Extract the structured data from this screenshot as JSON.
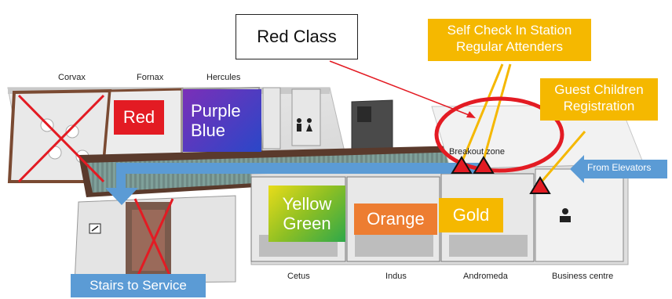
{
  "map": {
    "title": "Red Class",
    "rooms": {
      "corvax": "Corvax",
      "fornax": "Fornax",
      "hercules": "Hercules",
      "breakout": "Breakout zone",
      "cetus": "Cetus",
      "indus": "Indus",
      "andromeda": "Andromeda",
      "business": "Business centre"
    },
    "classes": {
      "red": {
        "label": "Red",
        "color": "#e31b23"
      },
      "purple_blue": {
        "line1": "Purple",
        "line2": "Blue",
        "colors": [
          "#7b2fb8",
          "#2a47c8"
        ]
      },
      "yellow_green": {
        "line1": "Yellow",
        "line2": "Green",
        "colors": [
          "#e8dc1a",
          "#2ea84a"
        ]
      },
      "orange": {
        "label": "Orange",
        "color": "#ed7d31"
      },
      "gold": {
        "label": "Gold",
        "color": "#f5b800"
      }
    },
    "callouts": {
      "self_check_in": {
        "line1": "Self Check In Station",
        "line2": "Regular Attenders"
      },
      "guest_children": {
        "line1": "Guest Children",
        "line2": "Registration"
      }
    },
    "arrows": {
      "from_elevators": "From Elevators",
      "stairs": "Stairs to Service"
    },
    "colors": {
      "callout": "#f5b800",
      "arrow_blue": "#5b9bd5",
      "marker_red": "#e31b23"
    },
    "icons": [
      "restroom-icon",
      "exit-icon",
      "reception-desk-icon",
      "warning-triangle-icon"
    ]
  }
}
